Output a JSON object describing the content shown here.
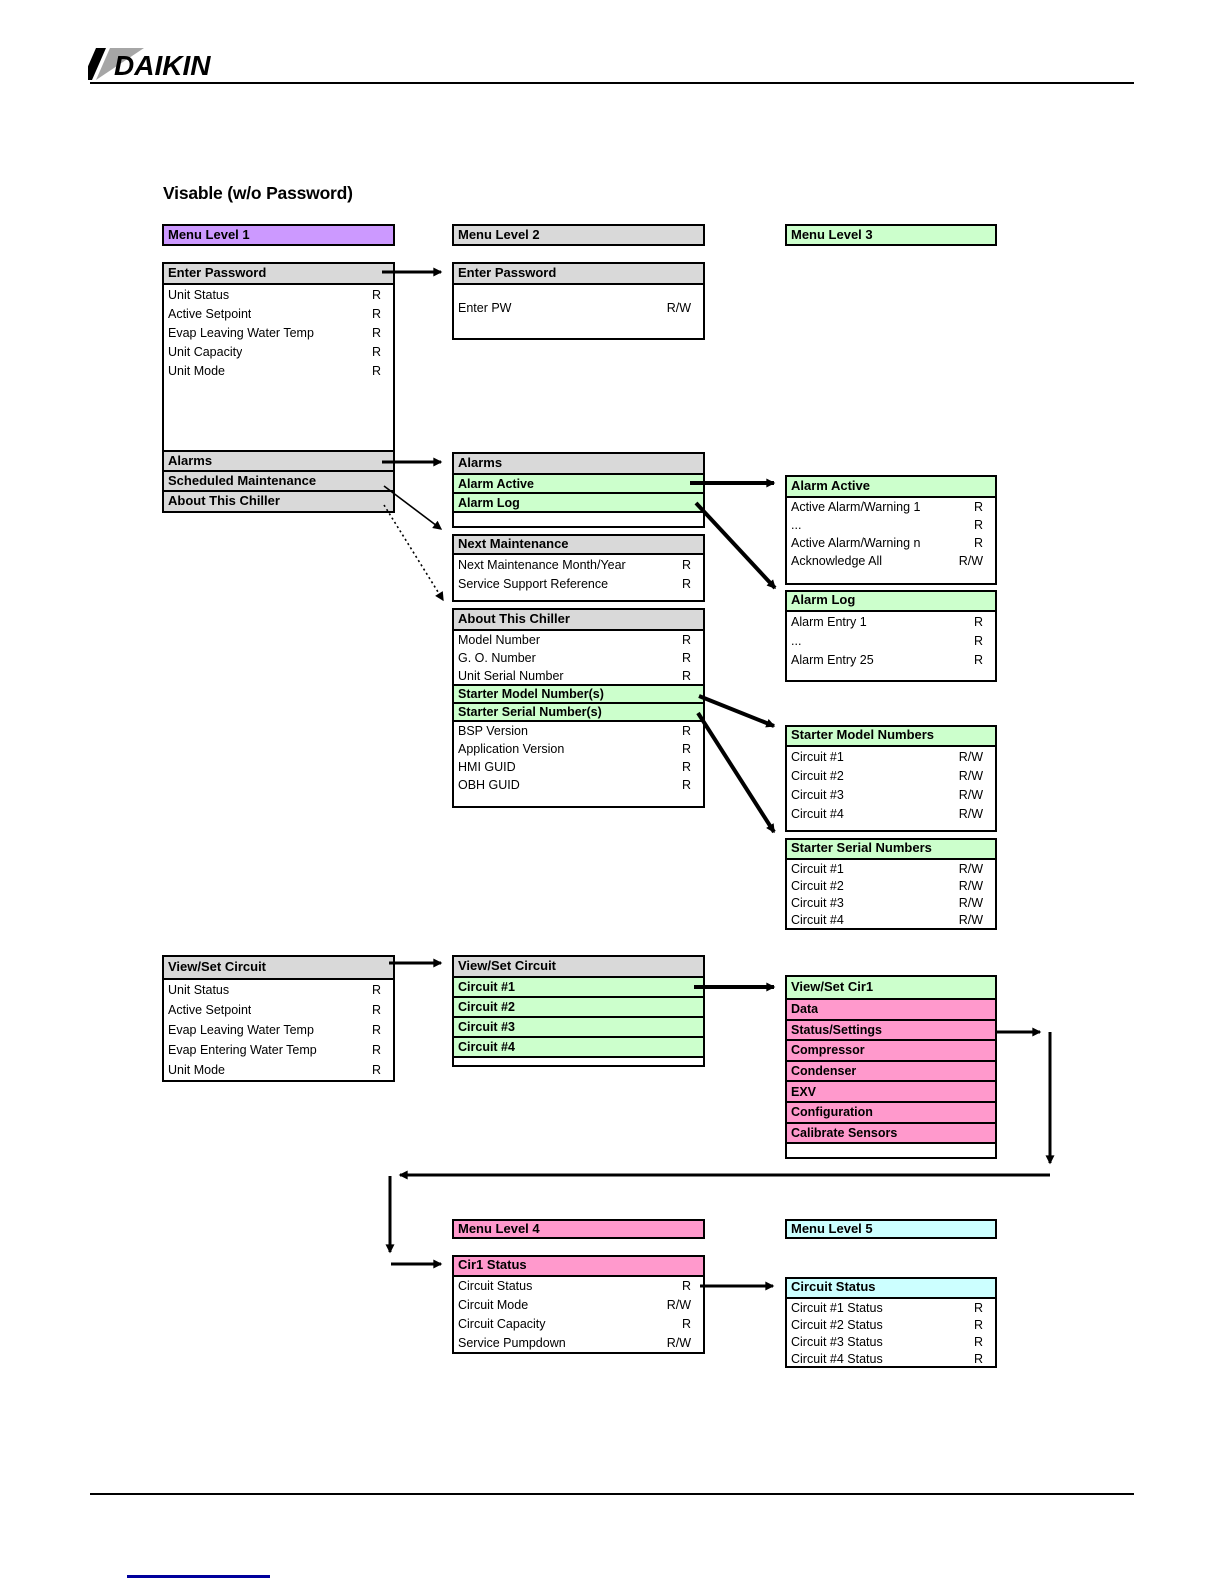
{
  "brand": {
    "logo_text": "DAIKIN"
  },
  "title": "Visable (w/o Password)",
  "colors": {
    "level1_purple": "#cc99ff",
    "header_gray": "#d9d9d9",
    "submenu_green": "#ccffcc",
    "submenu_pink": "#ff99cc",
    "level5_cyan": "#ccffff",
    "link_underline_blue": "#00009c"
  },
  "level_headers": {
    "l1": "Menu Level 1",
    "l2": "Menu Level 2",
    "l3": "Menu Level 3",
    "l4": "Menu Level 4",
    "l5": "Menu Level 5"
  },
  "boxes": {
    "ep1h": {
      "header": "Enter Password"
    },
    "ep1b": {
      "items": [
        {
          "label": "Unit Status",
          "access": "R"
        },
        {
          "label": "Active Setpoint",
          "access": "R"
        },
        {
          "label": "Evap Leaving Water Temp",
          "access": "R"
        },
        {
          "label": "Unit Capacity",
          "access": "R"
        },
        {
          "label": "Unit Mode",
          "access": "R"
        }
      ]
    },
    "al1": {
      "header": "Alarms"
    },
    "sm1": {
      "header": "Scheduled Maintenance"
    },
    "ab1": {
      "header": "About This Chiller"
    },
    "ep2": {
      "header": "Enter Password",
      "items": [
        {
          "label": "Enter PW",
          "access": "R/W"
        }
      ]
    },
    "alarms2": {
      "header": "Alarms",
      "items": [
        {
          "label": "Alarm Active",
          "kind": "link"
        },
        {
          "label": "Alarm Log",
          "kind": "link"
        }
      ]
    },
    "nm2": {
      "header": "Next Maintenance",
      "items": [
        {
          "label": "Next Maintenance Month/Year",
          "access": "R"
        },
        {
          "label": "Service Support Reference",
          "access": "R"
        }
      ]
    },
    "about2": {
      "header": "About This Chiller",
      "items": [
        {
          "label": "Model Number",
          "access": "R"
        },
        {
          "label": "G. O. Number",
          "access": "R"
        },
        {
          "label": "Unit Serial Number",
          "access": "R"
        },
        {
          "label": "Starter Model Number(s)",
          "kind": "link"
        },
        {
          "label": "Starter Serial Number(s)",
          "kind": "link"
        },
        {
          "label": "BSP Version",
          "access": "R"
        },
        {
          "label": "Application Version",
          "access": "R"
        },
        {
          "label": "HMI GUID",
          "access": "R"
        },
        {
          "label": "OBH GUID",
          "access": "R"
        }
      ]
    },
    "aa3": {
      "header": "Alarm Active",
      "items": [
        {
          "label": "Active Alarm/Warning 1",
          "access": "R"
        },
        {
          "label": "...",
          "access": "R"
        },
        {
          "label": "Active Alarm/Warning n",
          "access": "R"
        },
        {
          "label": "Acknowledge All",
          "access": "R/W"
        }
      ]
    },
    "al3": {
      "header": "Alarm Log",
      "items": [
        {
          "label": "Alarm Entry 1",
          "access": "R"
        },
        {
          "label": "...",
          "access": "R"
        },
        {
          "label": "Alarm Entry 25",
          "access": "R"
        }
      ]
    },
    "smn3": {
      "header": "Starter Model Numbers",
      "items": [
        {
          "label": "Circuit #1",
          "access": "R/W"
        },
        {
          "label": "Circuit #2",
          "access": "R/W"
        },
        {
          "label": "Circuit #3",
          "access": "R/W"
        },
        {
          "label": "Circuit #4",
          "access": "R/W"
        }
      ]
    },
    "ssn3": {
      "header": "Starter Serial Numbers",
      "items": [
        {
          "label": "Circuit #1",
          "access": "R/W"
        },
        {
          "label": "Circuit #2",
          "access": "R/W"
        },
        {
          "label": "Circuit #3",
          "access": "R/W"
        },
        {
          "label": "Circuit #4",
          "access": "R/W"
        }
      ]
    },
    "vsc1": {
      "header": "View/Set Circuit",
      "items": [
        {
          "label": "Unit Status",
          "access": "R"
        },
        {
          "label": "Active Setpoint",
          "access": "R"
        },
        {
          "label": "Evap Leaving Water Temp",
          "access": "R"
        },
        {
          "label": "Evap Entering Water Temp",
          "access": "R"
        },
        {
          "label": "Unit Mode",
          "access": "R"
        }
      ]
    },
    "vsc2": {
      "header": "View/Set Circuit",
      "items": [
        {
          "label": "Circuit #1",
          "kind": "link"
        },
        {
          "label": "Circuit #2",
          "kind": "link"
        },
        {
          "label": "Circuit #3",
          "kind": "link"
        },
        {
          "label": "Circuit #4",
          "kind": "link"
        }
      ]
    },
    "vscir1": {
      "header": "View/Set Cir1",
      "items": [
        {
          "label": "Data",
          "kind": "link"
        },
        {
          "label": "Status/Settings",
          "kind": "link"
        },
        {
          "label": "Compressor",
          "kind": "link"
        },
        {
          "label": "Condenser",
          "kind": "link"
        },
        {
          "label": "EXV",
          "kind": "link"
        },
        {
          "label": "Configuration",
          "kind": "link"
        },
        {
          "label": "Calibrate Sensors",
          "kind": "link"
        }
      ]
    },
    "c1s": {
      "header": "Cir1 Status",
      "items": [
        {
          "label": "Circuit Status",
          "access": "R"
        },
        {
          "label": "Circuit Mode",
          "access": "R/W"
        },
        {
          "label": "Circuit Capacity",
          "access": "R"
        },
        {
          "label": "Service Pumpdown",
          "access": "R/W"
        }
      ]
    },
    "cs5": {
      "header": "Circuit Status",
      "items": [
        {
          "label": "Circuit #1 Status",
          "access": "R"
        },
        {
          "label": "Circuit #2 Status",
          "access": "R"
        },
        {
          "label": "Circuit #3 Status",
          "access": "R"
        },
        {
          "label": "Circuit #4 Status",
          "access": "R"
        }
      ]
    }
  }
}
